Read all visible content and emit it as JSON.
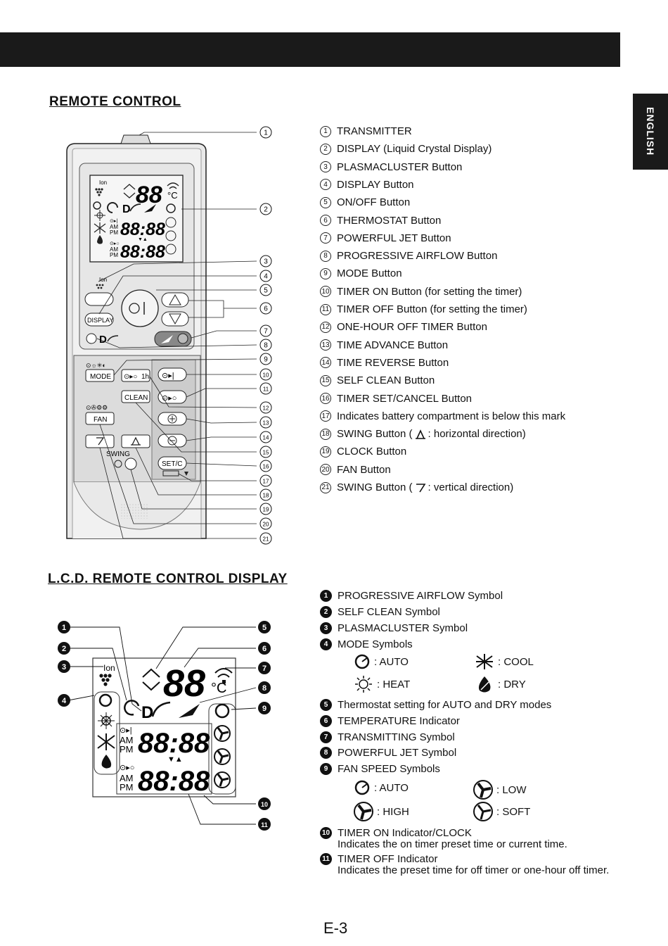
{
  "language_tab": "ENGLISH",
  "remote_section": {
    "title": "REMOTE CONTROL",
    "items": [
      {
        "num": "1",
        "label": "TRANSMITTER"
      },
      {
        "num": "2",
        "label": "DISPLAY (Liquid Crystal Display)"
      },
      {
        "num": "3",
        "label": "PLASMACLUSTER Button"
      },
      {
        "num": "4",
        "label": "DISPLAY Button"
      },
      {
        "num": "5",
        "label": "ON/OFF Button"
      },
      {
        "num": "6",
        "label": "THERMOSTAT Button"
      },
      {
        "num": "7",
        "label": "POWERFUL JET Button"
      },
      {
        "num": "8",
        "label": "PROGRESSIVE AIRFLOW Button"
      },
      {
        "num": "9",
        "label": "MODE Button"
      },
      {
        "num": "10",
        "label": "TIMER ON Button (for setting the timer)"
      },
      {
        "num": "11",
        "label": "TIMER OFF Button (for setting the timer)"
      },
      {
        "num": "12",
        "label": "ONE-HOUR OFF TIMER Button"
      },
      {
        "num": "13",
        "label": "TIME ADVANCE Button"
      },
      {
        "num": "14",
        "label": "TIME REVERSE Button"
      },
      {
        "num": "15",
        "label": "SELF CLEAN Button"
      },
      {
        "num": "16",
        "label": "TIMER SET/CANCEL Button"
      },
      {
        "num": "17",
        "label": "Indicates battery compartment is below this mark"
      },
      {
        "num": "18",
        "label_pre": "SWING Button (",
        "label_post": " : horizontal direction)"
      },
      {
        "num": "19",
        "label": "CLOCK Button"
      },
      {
        "num": "20",
        "label": "FAN Button"
      },
      {
        "num": "21",
        "label_pre": "SWING Button (",
        "label_post": " : vertical direction)"
      }
    ],
    "remote_labels": {
      "ion": "Ion",
      "display": "DISPLAY",
      "mode": "MODE",
      "clean": "CLEAN",
      "fan": "FAN",
      "swing": "SWING",
      "setc": "SET/C",
      "one_h": "1h",
      "am": "AM",
      "pm": "PM",
      "digits_temp": "88",
      "digits_time": "88:88"
    }
  },
  "lcd_section": {
    "title": "L.C.D. REMOTE CONTROL DISPLAY",
    "items": [
      {
        "num": "1",
        "label": "PROGRESSIVE AIRFLOW Symbol"
      },
      {
        "num": "2",
        "label": "SELF CLEAN Symbol"
      },
      {
        "num": "3",
        "label": "PLASMACLUSTER Symbol"
      },
      {
        "num": "4",
        "label": "MODE Symbols"
      },
      {
        "num": "5",
        "label": "Thermostat setting for AUTO and DRY modes"
      },
      {
        "num": "6",
        "label": "TEMPERATURE Indicator"
      },
      {
        "num": "7",
        "label": "TRANSMITTING Symbol"
      },
      {
        "num": "8",
        "label": "POWERFUL JET Symbol"
      },
      {
        "num": "9",
        "label": "FAN SPEED Symbols"
      },
      {
        "num": "10",
        "label": "TIMER ON Indicator/CLOCK",
        "detail": "Indicates the on timer preset time or current time."
      },
      {
        "num": "11",
        "label": "TIMER OFF Indicator",
        "detail": "Indicates the preset time for off timer or one-hour off timer."
      }
    ],
    "mode_symbols": [
      {
        "icon": "auto-swirl-icon",
        "label": ": AUTO"
      },
      {
        "icon": "snowflake-icon",
        "label": ": COOL"
      },
      {
        "icon": "sun-icon",
        "label": ": HEAT"
      },
      {
        "icon": "droplet-icon",
        "label": ": DRY"
      }
    ],
    "fan_symbols": [
      {
        "icon": "auto-swirl-icon",
        "label": ": AUTO"
      },
      {
        "icon": "fan-low-icon",
        "label": ": LOW"
      },
      {
        "icon": "fan-high-icon",
        "label": ": HIGH"
      },
      {
        "icon": "fan-soft-icon",
        "label": ": SOFT"
      }
    ],
    "lcd_labels": {
      "ion": "Ion",
      "am": "AM",
      "pm": "PM",
      "digits_temp": "88",
      "digits_time": "88:88",
      "celsius": "°C"
    }
  },
  "page_number": "E-3"
}
